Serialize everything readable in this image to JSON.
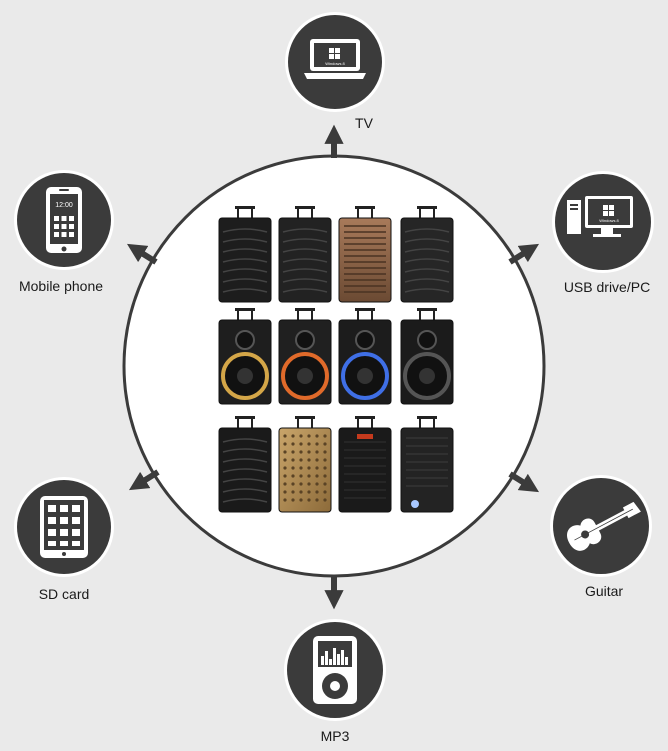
{
  "diagram": {
    "nodes": [
      {
        "id": "tv",
        "label": "TV",
        "icon": "laptop-windows-icon",
        "screen_text": "Windows 8"
      },
      {
        "id": "usb",
        "label": "USB drive/PC",
        "icon": "desktop-pc-icon",
        "screen_text": "Windows 8"
      },
      {
        "id": "guitar",
        "label": "Guitar",
        "icon": "guitar-icon"
      },
      {
        "id": "mp3",
        "label": "MP3",
        "icon": "mp3-player-icon"
      },
      {
        "id": "sd",
        "label": "SD card",
        "icon": "tablet-grid-icon"
      },
      {
        "id": "phone",
        "label": "Mobile phone",
        "icon": "mobile-phone-icon",
        "screen_text": "12:00"
      }
    ],
    "center": {
      "content": "speaker-grid",
      "rows": 3,
      "cols": 4
    },
    "colors": {
      "node_fill": "#3b3b3b",
      "node_ring": "#ffffff",
      "background": "#eaeaea",
      "arrow": "#3b3b3b"
    }
  }
}
